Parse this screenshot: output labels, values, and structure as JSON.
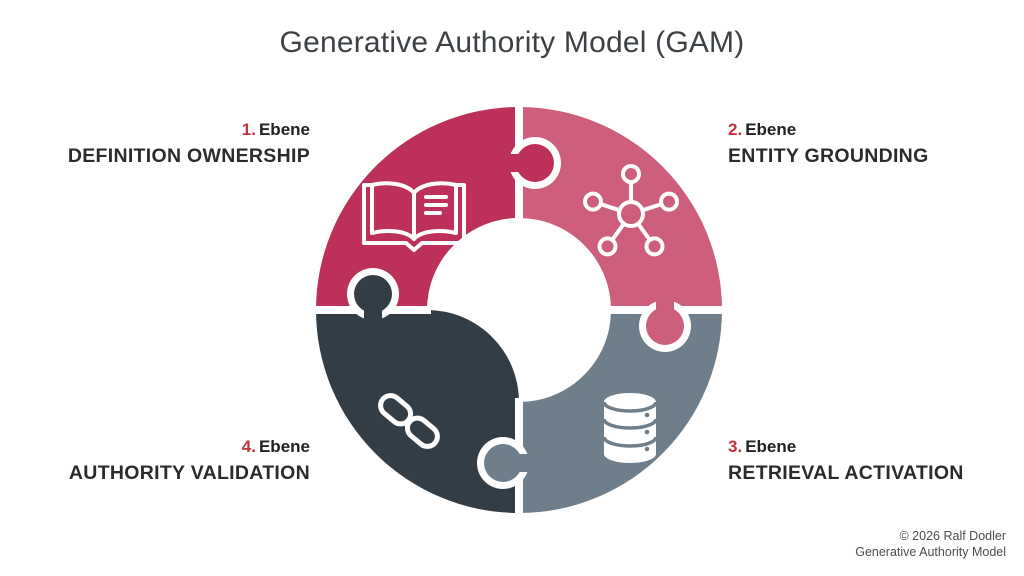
{
  "title": "Generative Authority Model (GAM)",
  "accent_red": "#c5323a",
  "background_color": "#ffffff",
  "segments": [
    {
      "number": "1.",
      "level": "Ebene",
      "title": "DEFINITION OWNERSHIP",
      "icon": "open-book-icon",
      "color": "#bd3059",
      "position": "top-left"
    },
    {
      "number": "2.",
      "level": "Ebene",
      "title": "ENTITY GROUNDING",
      "icon": "network-hub-icon",
      "color": "#cd5f7d",
      "position": "top-right"
    },
    {
      "number": "3.",
      "level": "Ebene",
      "title": "RETRIEVAL ACTIVATION",
      "icon": "database-icon",
      "color": "#6f7e8b",
      "position": "bottom-right"
    },
    {
      "number": "4.",
      "level": "Ebene",
      "title": "AUTHORITY VALIDATION",
      "icon": "chain-link-icon",
      "color": "#333d46",
      "position": "bottom-left"
    }
  ],
  "footer": {
    "line1": "© 2026 Ralf Dodler",
    "line2": "Generative Authority Model"
  }
}
